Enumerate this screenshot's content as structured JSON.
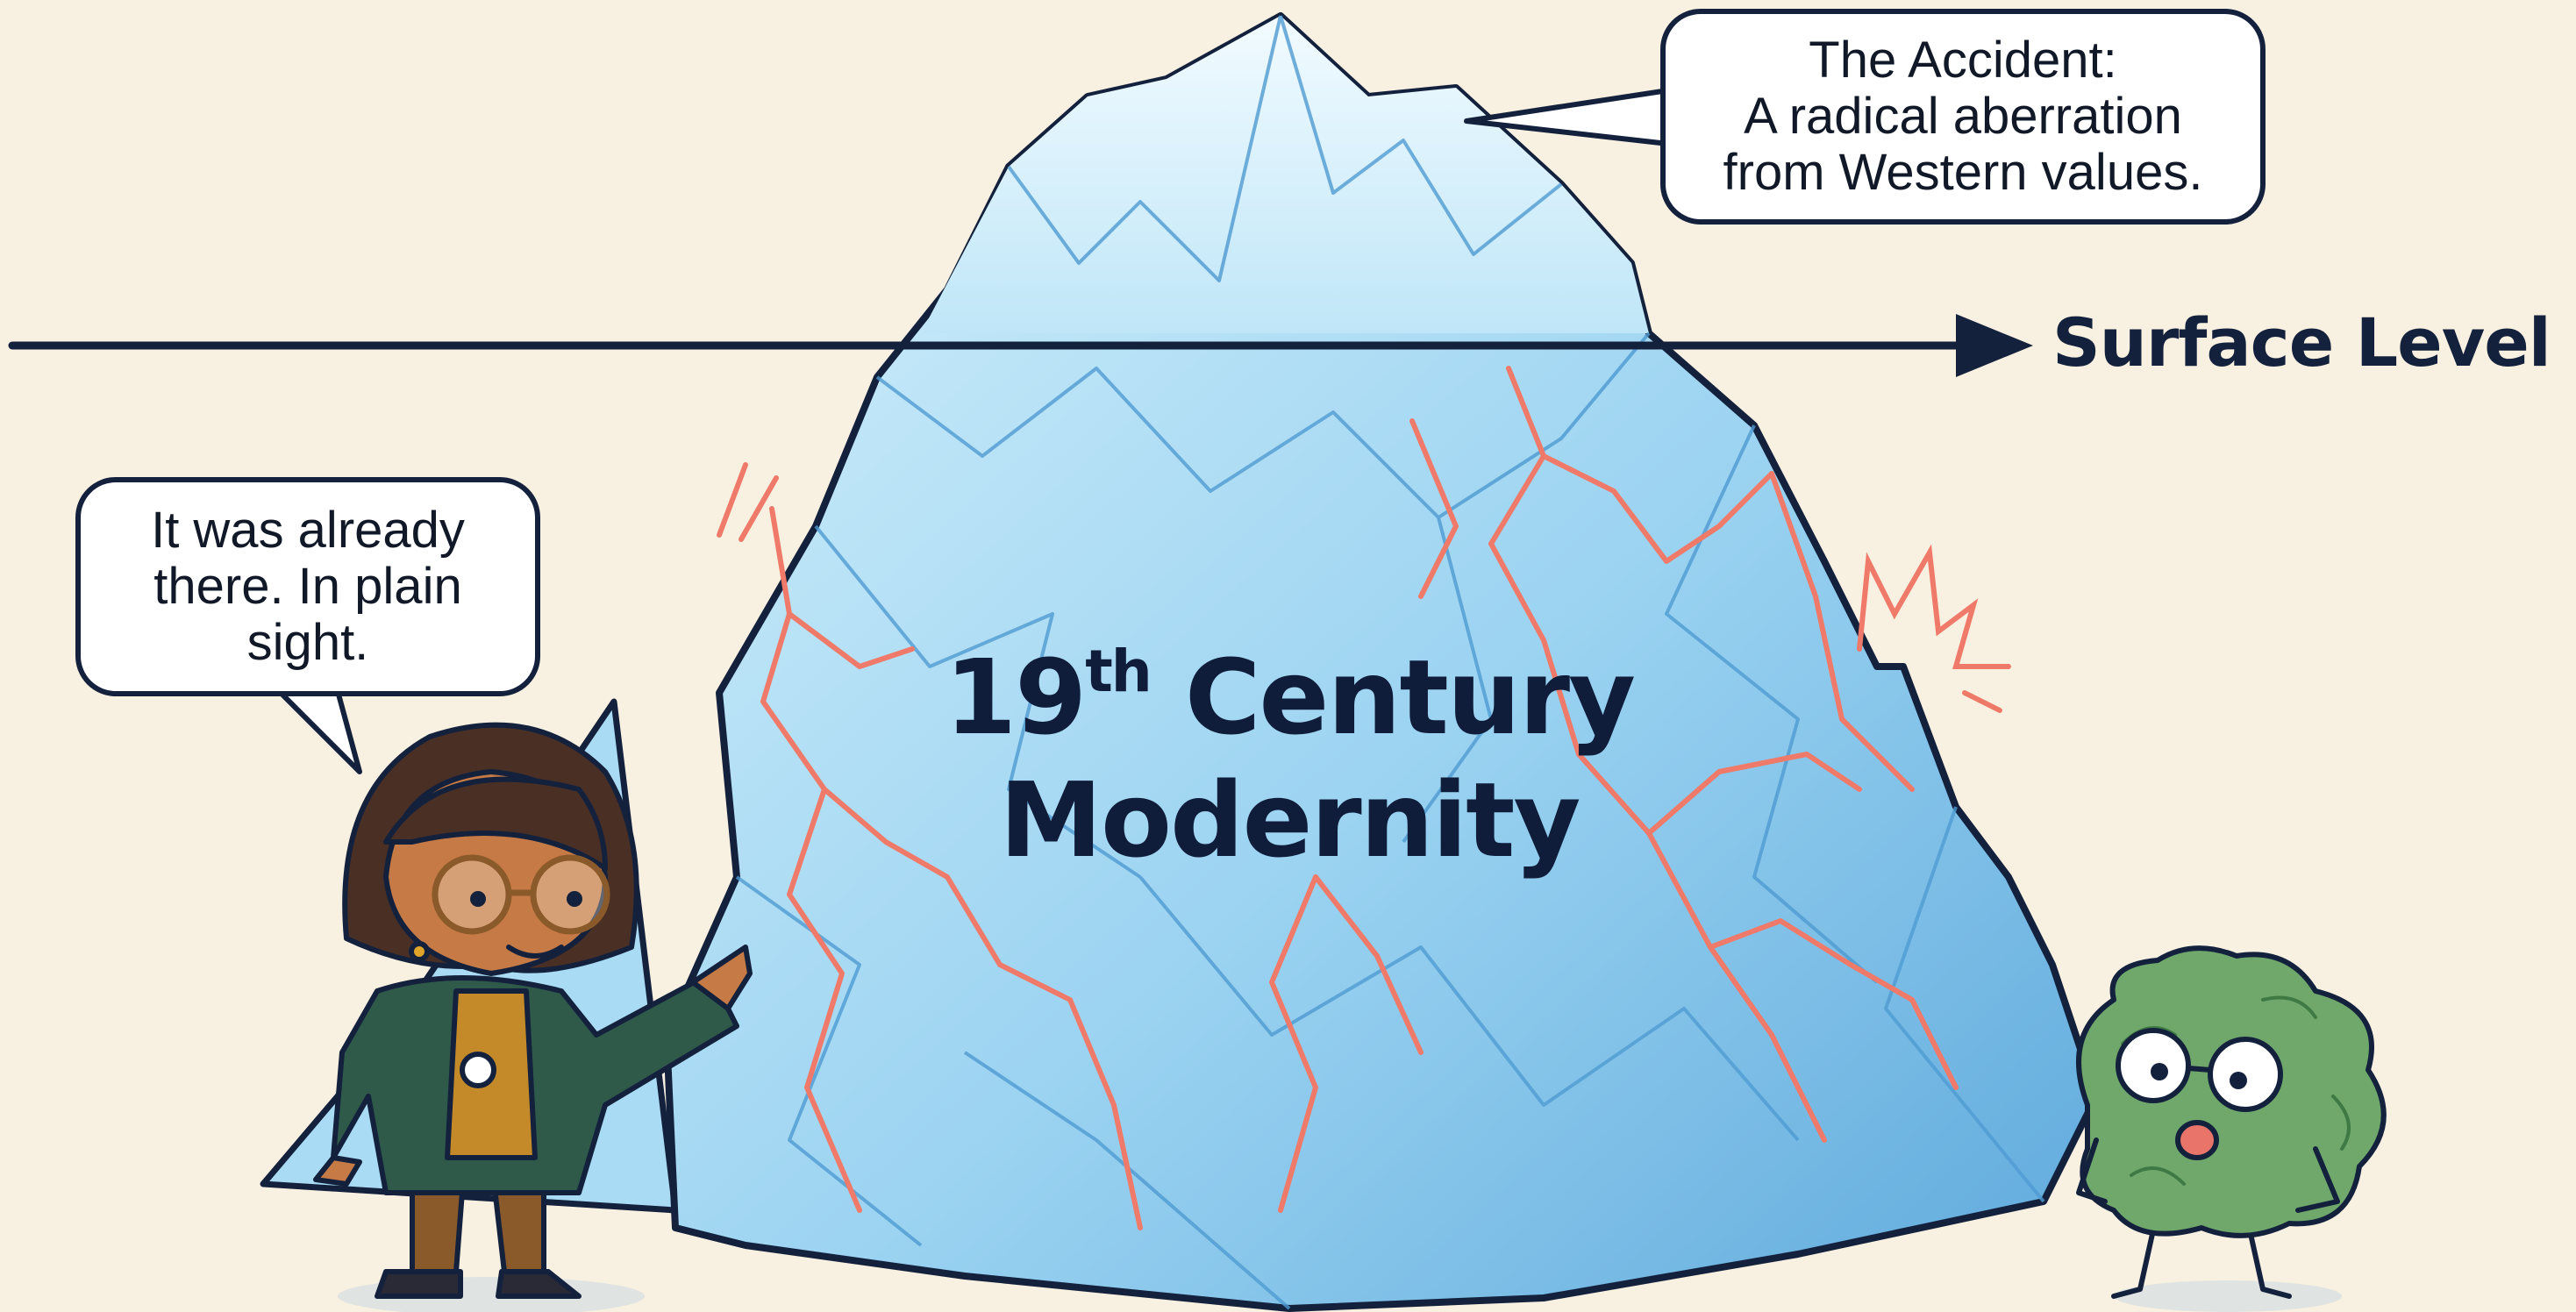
{
  "surface_label": "Surface Level",
  "iceberg": {
    "title_number": "19",
    "title_sup": "th",
    "title_rest": " Century",
    "title_line2": "Modernity"
  },
  "bubble_top": {
    "line1": "The Accident:",
    "line2": "A radical aberration",
    "line3": "from Western values."
  },
  "bubble_left": {
    "line1": "It was already",
    "line2": "there. In plain",
    "line3": "sight."
  },
  "colors": {
    "background": "#f8f0e0",
    "ice_light": "#cfeefb",
    "ice_mid": "#8ecdf0",
    "ice_dark": "#5aa9dd",
    "outline": "#14213d",
    "crack": "#f07a6a",
    "brain": "#6fa86a",
    "jacket": "#2f5a4a"
  },
  "icons": [
    "iceberg-illustration",
    "woman-with-glasses-pointing",
    "worried-brain-character",
    "arrow-right-icon"
  ]
}
